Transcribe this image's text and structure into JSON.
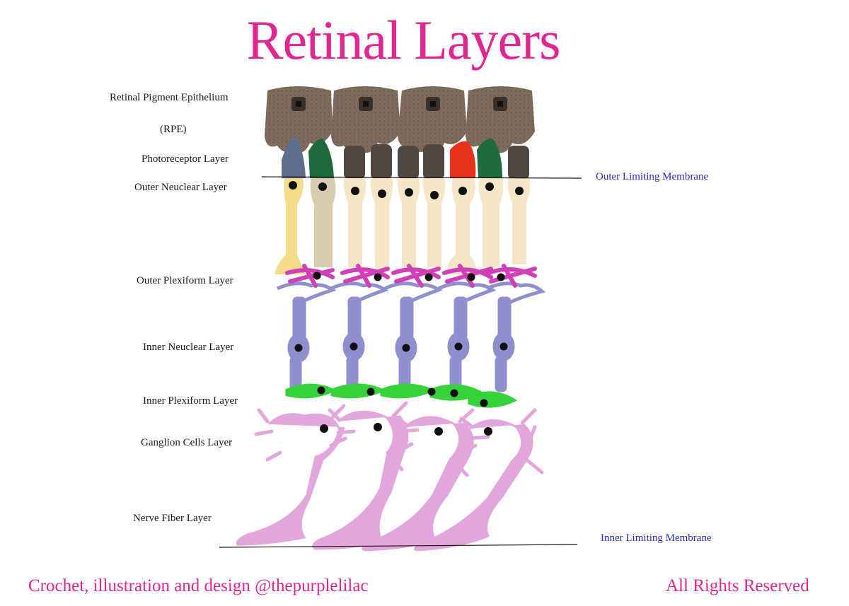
{
  "title": "Retinal Layers",
  "layers": {
    "rpe": "Retinal Pigment Epithelium",
    "rpe_abbr": "(RPE)",
    "photoreceptor": "Photoreceptor Layer",
    "outer_nuclear": "Outer Neuclear Layer",
    "outer_plexiform": "Outer Plexiform Layer",
    "inner_nuclear": "Inner Neuclear Layer",
    "inner_plexiform": "Inner Plexiform Layer",
    "ganglion": "Ganglion Cells Layer",
    "nerve_fiber": "Nerve Fiber Layer"
  },
  "membranes": {
    "outer": "Outer Limiting Membrane",
    "inner": "Inner Limiting Membrane"
  },
  "footer": {
    "credit": "Crochet, illustration and design @thepurplelilac",
    "rights": "All Rights Reserved"
  },
  "colors": {
    "title": "#e0278f",
    "membrane_label": "#2b2bb5",
    "rpe": "#7d6b5b",
    "rod_cap": "#4f4741",
    "cone_blue": "#5f6e8c",
    "cone_green": "#1d6a3c",
    "cone_red": "#e8321a",
    "cell_body_cream": "#f5e6c8",
    "cell_body_yellow": "#f4dc8a",
    "cell_body_tan": "#d8cbb0",
    "horizontal_cell": "#d03fb5",
    "bipolar_cell": "#8f8fcf",
    "amacrine_cell": "#35d23a",
    "ganglion_cell": "#e2a6dc"
  }
}
